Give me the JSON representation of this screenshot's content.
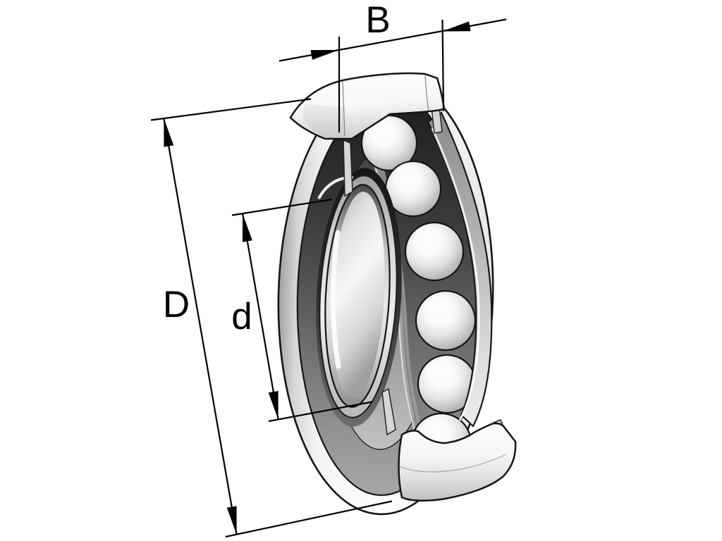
{
  "diagram": {
    "subject": "sectioned ball bearing dimension drawing",
    "labels": {
      "B": "B",
      "D": "D",
      "d": "d"
    },
    "visible_ball_count": 6,
    "colors": {
      "background": "#ffffff",
      "line": "#000000",
      "metal_light": "#f5f5f5",
      "metal_mid": "#b0b0b0",
      "metal_dark": "#2a2a2a"
    }
  }
}
